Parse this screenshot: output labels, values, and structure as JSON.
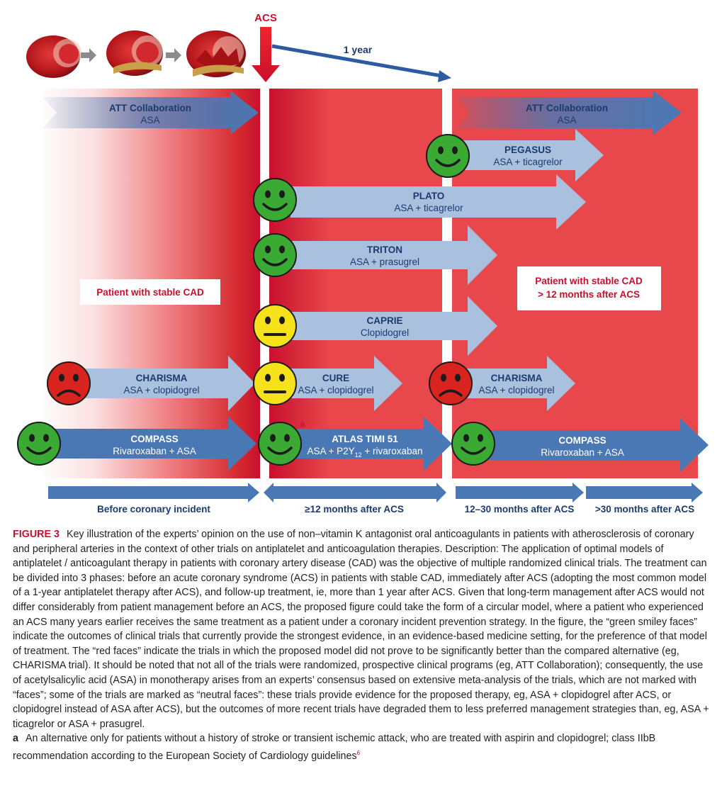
{
  "labels": {
    "acs": "ACS",
    "one_year": "1 year",
    "footnote_marker": "a"
  },
  "panels": {
    "pre": "Patient with stable CAD",
    "post_line1": "Patient with stable CAD",
    "post_line2": "> 12 months after ACS"
  },
  "trials": {
    "att_pre": {
      "name": "ATT Collaboration",
      "therapy": "ASA",
      "outcome": "none"
    },
    "att_post": {
      "name": "ATT Collaboration",
      "therapy": "ASA",
      "outcome": "none"
    },
    "pegasus": {
      "name": "PEGASUS",
      "therapy": "ASA + ticagrelor",
      "outcome": "green"
    },
    "plato": {
      "name": "PLATO",
      "therapy": "ASA + ticagrelor",
      "outcome": "green"
    },
    "triton": {
      "name": "TRITON",
      "therapy": "ASA + prasugrel",
      "outcome": "green"
    },
    "caprie": {
      "name": "CAPRIE",
      "therapy": "Clopidogrel",
      "outcome": "neutral"
    },
    "charisma_pre": {
      "name": "CHARISMA",
      "therapy": "ASA + clopidogrel",
      "outcome": "red"
    },
    "cure": {
      "name": "CURE",
      "therapy": "ASA + clopidogrel",
      "outcome": "neutral"
    },
    "charisma_post": {
      "name": "CHARISMA",
      "therapy": "ASA + clopidogrel",
      "outcome": "red"
    },
    "compass_pre": {
      "name": "COMPASS",
      "therapy": "Rivaroxaban + ASA",
      "outcome": "green"
    },
    "atlas": {
      "name": "ATLAS TIMI 51",
      "therapy_prefix": "ASA + P2Y",
      "therapy_sub": "12",
      "therapy_suffix": " + rivaroxaban",
      "outcome": "green"
    },
    "compass_post": {
      "name": "COMPASS",
      "therapy": "Rivaroxaban + ASA",
      "outcome": "green"
    }
  },
  "timeline": {
    "before": "Before coronary incident",
    "first": "≥12 months after ACS",
    "mid": "12–30 months after ACS",
    "late": ">30 months after ACS"
  },
  "caption": {
    "label": "FIGURE 3",
    "text": "Key illustration of the experts’ opinion on the use of non–vitamin K antagonist oral anticoagulants in patients with atherosclerosis of coronary and peripheral arteries in the context of other trials on antiplatelet and anticoagulation therapies. Description: The application of optimal models of antiplatelet / anticoagulant therapy in patients with coronary artery disease (CAD) was the objective of multiple randomized clinical trials. The treatment can be divided into 3 phases: before an acute coronary syndrome (ACS) in patients with stable CAD, immediately after ACS (adopting the most common model of a 1-year antiplatelet therapy after ACS), and follow-up treatment, ie, more than 1 year after ACS. Given that long-term management after ACS would not differ considerably from patient management before an ACS, the proposed figure could take the form of a circular model, where a patient who experienced an ACS many years earlier receives the same treatment as a patient under a coronary incident prevention strategy. In the figure, the “green smiley faces” indicate the outcomes of clinical trials that currently provide the strongest evidence, in an evidence-based medicine setting, for the preference of that model of treatment. The “red faces” indicate the trials in which the proposed model did not prove to be significantly better than the compared alternative (eg, CHARISMA trial). It should be noted that not all of the trials were randomized, prospective clinical programs (eg, ATT Collaboration); consequently, the use of acetylsalicylic acid (ASA) in monotherapy arises from an experts’ consensus based on extensive meta-analysis of the trials, which are not marked with “faces”; some of the trials are marked as “neutral faces”: these trials provide evidence for the proposed therapy, eg, ASA + clopidogrel after ACS, or clopidogrel instead of ASA after ACS), but the outcomes of more recent trials have degraded them to less preferred management strategies than, eg, ASA + ticagrelor or ASA + prasugrel.",
    "note_label": "a",
    "note_text": "An alternative only for patients without a history of stroke or transient ischemic attack, who are treated with aspirin and clopidogrel; class IIbB recommendation according to the European Society of Cardiology guidelines",
    "note_ref": "6"
  },
  "colors": {
    "panel_red": "#e8474b",
    "deep_red": "#c8102e",
    "arrow_dark": "#4a78b4",
    "arrow_light": "#a9c1de",
    "text_navy": "#1c3a6e",
    "face_green": "#3aaa35",
    "face_yellow": "#f5e21b",
    "face_red": "#d9231f"
  }
}
